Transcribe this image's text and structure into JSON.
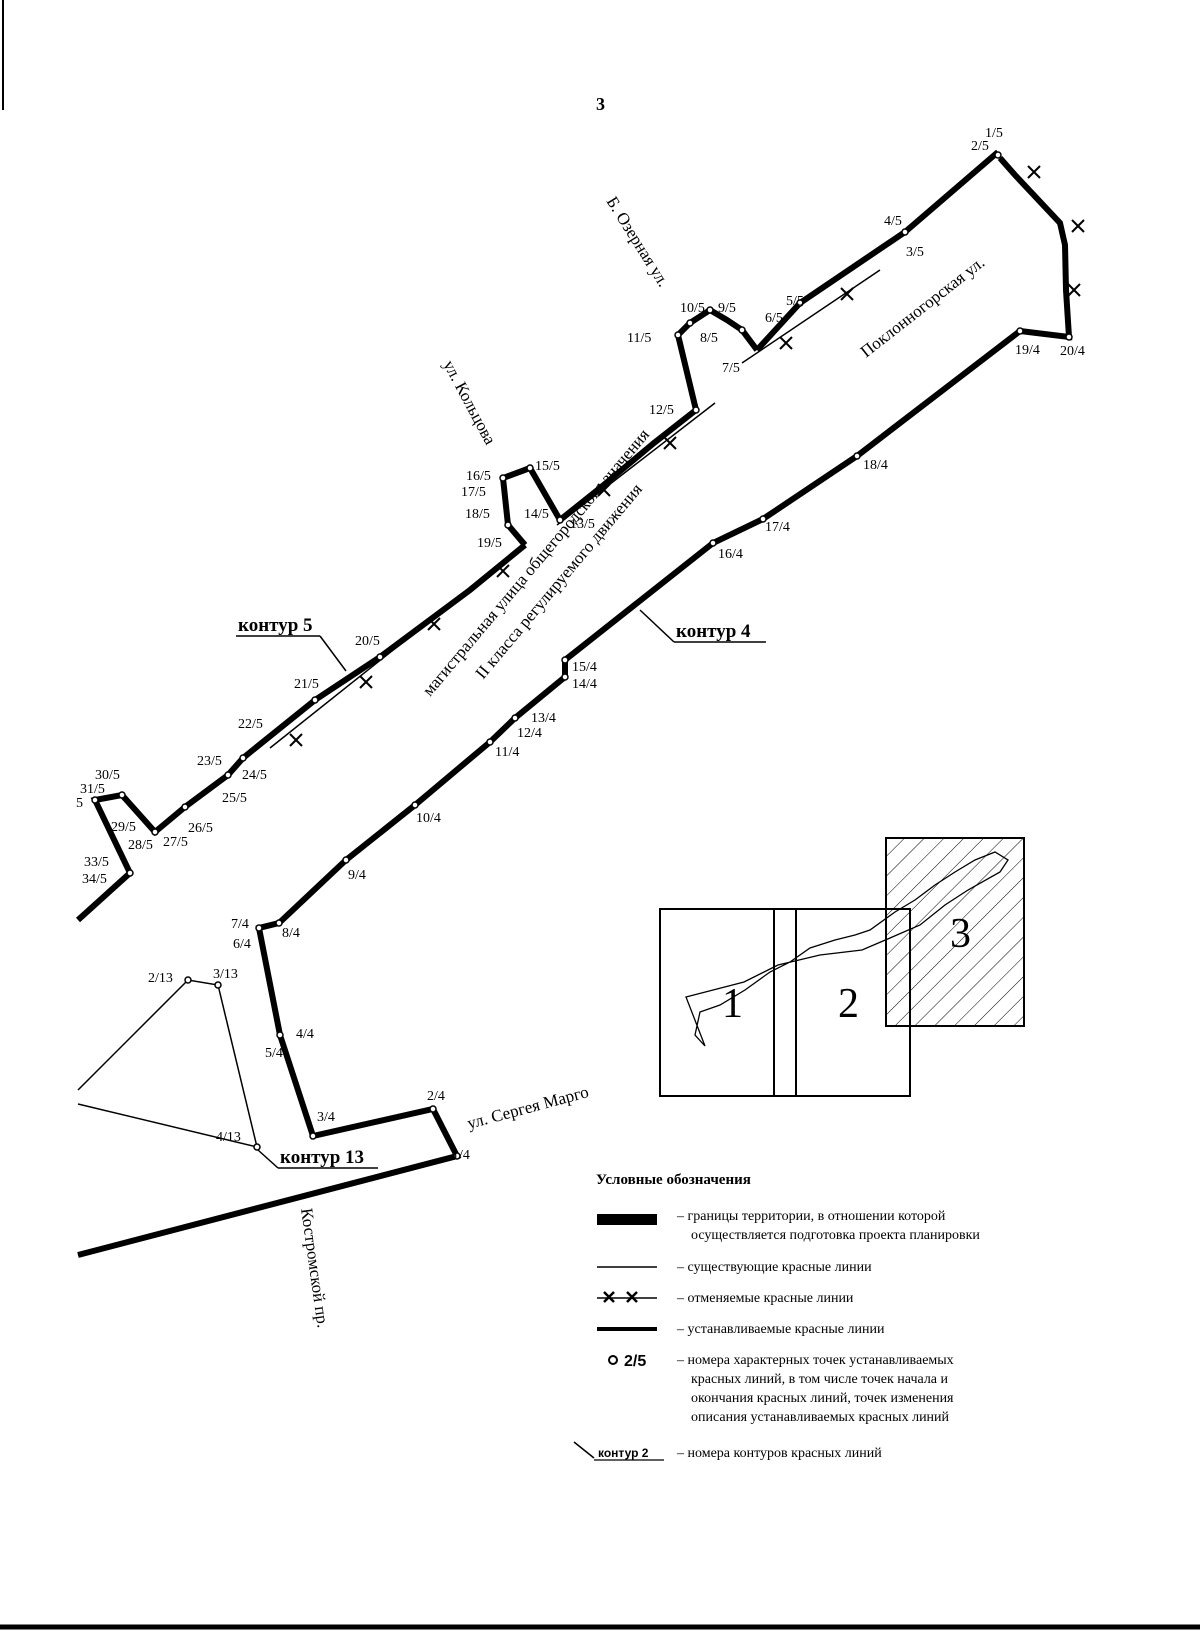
{
  "page_number": "3",
  "streets": {
    "b_ozernaya": "Б. Озерная ул.",
    "kolyadova": "ул. Кольцова",
    "poklonnogorskaya": "Поклонногорская ул.",
    "magistral_line1": "магистральная улица общегородского значения",
    "magistral_line2": "II класса регулируемого движения",
    "sergeya_margo": "ул. Сергея Марго",
    "kostromskoy": "Костромской пр."
  },
  "contours": {
    "c5": "контур 5",
    "c4": "контур 4",
    "c13": "контур 13"
  },
  "points": {
    "p1_5": "1/5",
    "p2_5": "2/5",
    "p3_5": "3/5",
    "p4_5": "4/5",
    "p5_5": "5/5",
    "p6_5": "6/5",
    "p7_5": "7/5",
    "p8_5": "8/5",
    "p9_5": "9/5",
    "p10_5": "10/5",
    "p11_5": "11/5",
    "p12_5": "12/5",
    "p13_5": "13/5",
    "p14_5": "14/5",
    "p15_5": "15/5",
    "p16_5": "16/5",
    "p17_5": "17/5",
    "p18_5": "18/5",
    "p19_5": "19/5",
    "p20_5": "20/5",
    "p21_5": "21/5",
    "p22_5": "22/5",
    "p23_5": "23/5",
    "p24_5": "24/5",
    "p25_5": "25/5",
    "p26_5": "26/5",
    "p27_5": "27/5",
    "p28_5": "28/5",
    "p29_5": "29/5",
    "p30_5": "30/5",
    "p31_5": "31/5",
    "p32_5": "5",
    "p33_5": "33/5",
    "p34_5": "34/5",
    "p1_4": "1/4",
    "p2_4": "2/4",
    "p3_4": "3/4",
    "p4_4": "4/4",
    "p5_4": "5/4",
    "p6_4": "6/4",
    "p7_4": "7/4",
    "p8_4": "8/4",
    "p9_4": "9/4",
    "p10_4": "10/4",
    "p11_4": "11/4",
    "p12_4": "12/4",
    "p13_4": "13/4",
    "p14_4": "14/4",
    "p15_4": "15/4",
    "p16_4": "16/4",
    "p17_4": "17/4",
    "p18_4": "18/4",
    "p19_4": "19/4",
    "p20_4": "20/4",
    "p2_13": "2/13",
    "p3_13": "3/13",
    "p4_13": "4/13"
  },
  "key_map": {
    "n1": "1",
    "n2": "2",
    "n3": "3"
  },
  "legend": {
    "title": "Условные обозначения",
    "items": [
      {
        "line1": "– границы территории, в отношении которой",
        "line2": "осуществляется подготовка проекта планировки"
      },
      {
        "line1": "– существующие красные линии"
      },
      {
        "line1": "– отменяемые красные линии"
      },
      {
        "line1": "– устанавливаемые красные линии"
      },
      {
        "sample": "2/5",
        "line1": "– номера характерных точек устанавливаемых",
        "line2": "красных линий, в том числе точек начала и",
        "line3": "окончания красных линий, точек изменения",
        "line4": "описания устанавливаемых красных линий"
      },
      {
        "sample": "контур 2",
        "line1": "– номера контуров красных линий"
      }
    ]
  }
}
